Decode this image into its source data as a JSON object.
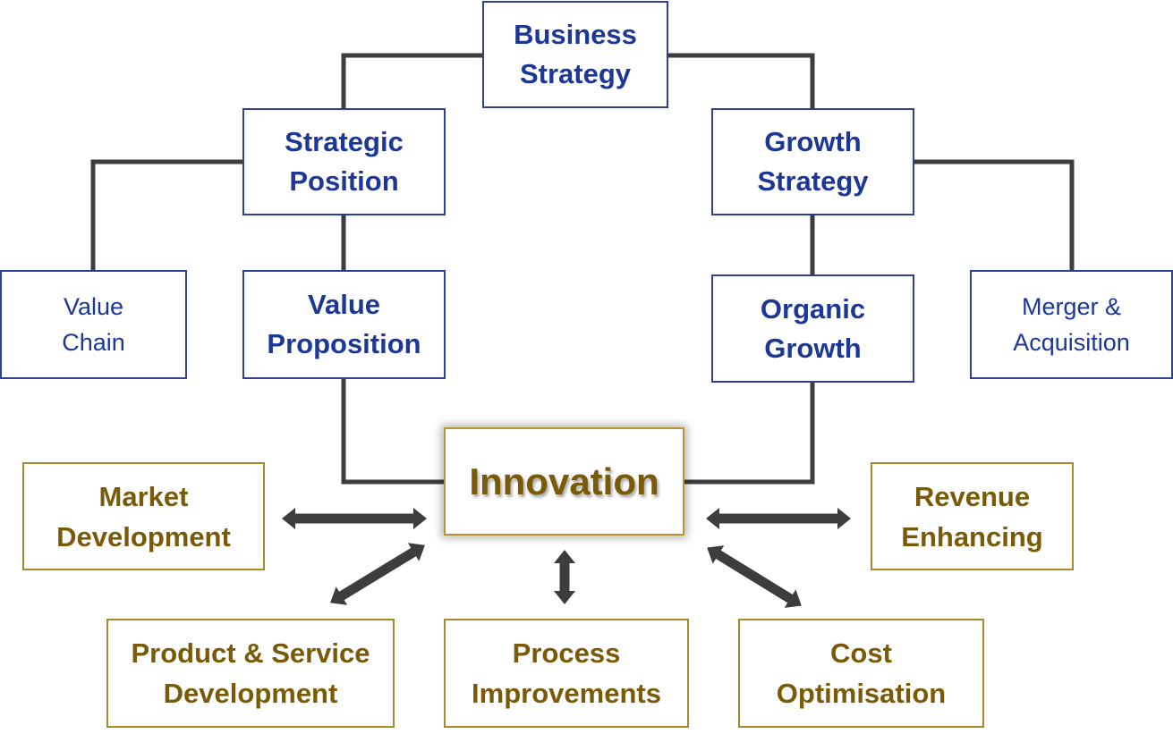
{
  "diagram": {
    "business_strategy": [
      "Business",
      "Strategy"
    ],
    "strategic_position": [
      "Strategic",
      "Position"
    ],
    "growth_strategy": [
      "Growth",
      "Strategy"
    ],
    "value_chain": [
      "Value",
      "Chain"
    ],
    "value_proposition": [
      "Value",
      "Proposition"
    ],
    "organic_growth": [
      "Organic",
      "Growth"
    ],
    "merger_acquisition": [
      "Merger &",
      "Acquisition"
    ],
    "innovation": "Innovation",
    "market_development": [
      "Market",
      "Development"
    ],
    "revenue_enhancing": [
      "Revenue",
      "Enhancing"
    ],
    "product_service_development": [
      "Product & Service",
      "Development"
    ],
    "process_improvements": [
      "Process",
      "Improvements"
    ],
    "cost_optimisation": [
      "Cost",
      "Optimisation"
    ]
  },
  "colors": {
    "blue_text": "#1c3796",
    "blue_border": "#2f3f95",
    "gold_text": "#7a5a06",
    "gold_border": "#a88a2c",
    "connector": "#3d3d3d"
  }
}
